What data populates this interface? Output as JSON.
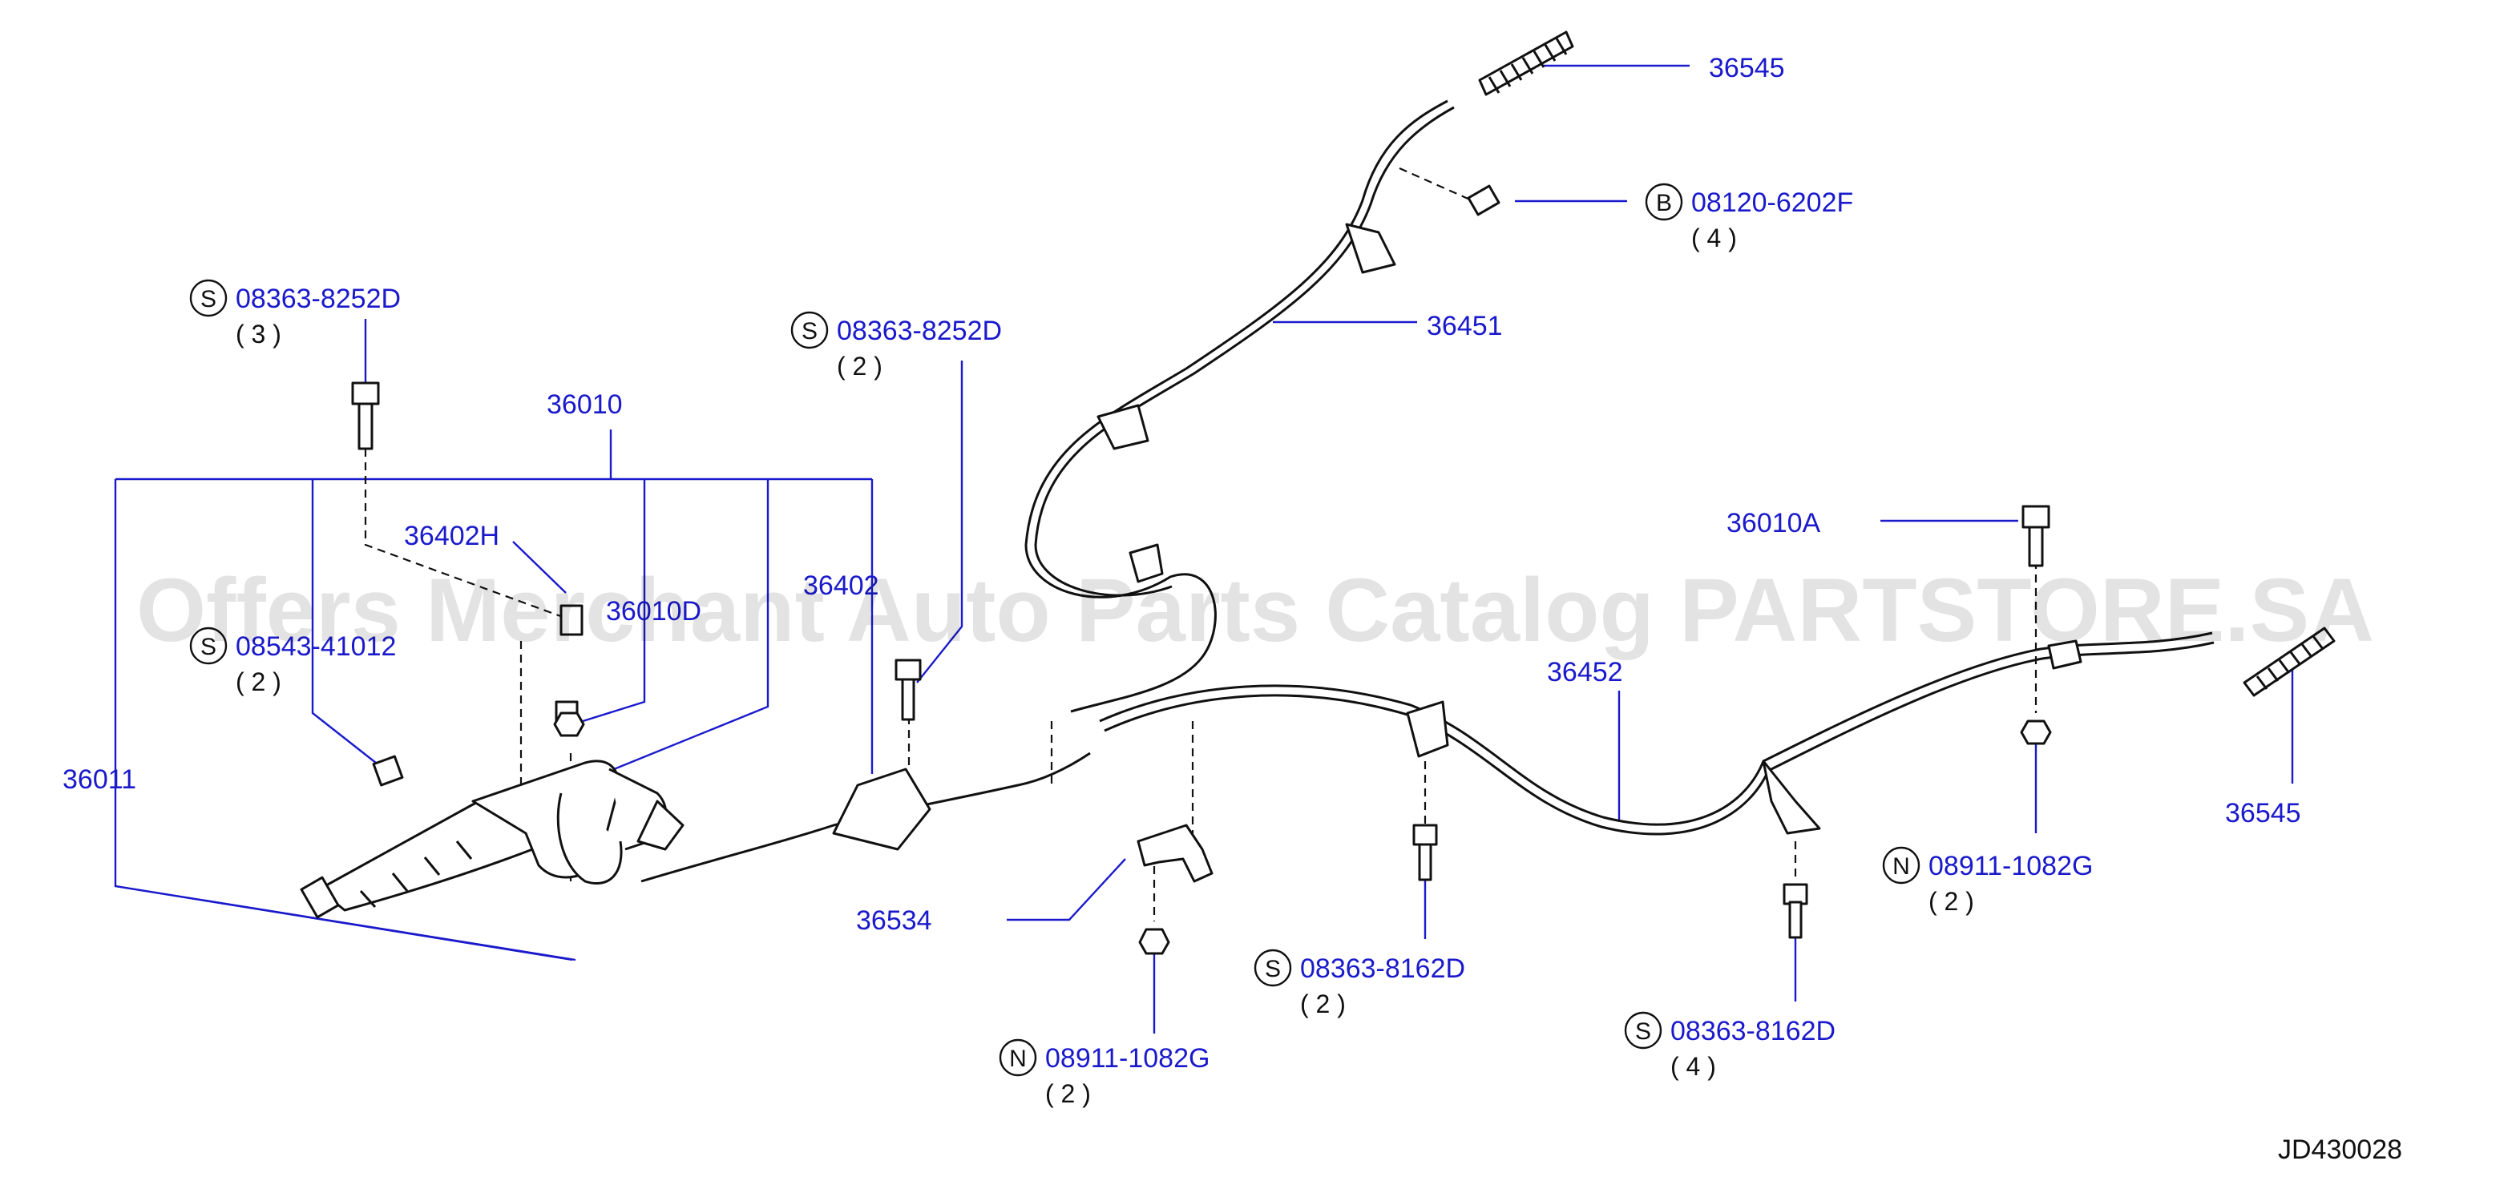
{
  "labels": [
    {
      "id": "36545-top",
      "text": "36545"
    },
    {
      "id": "08120-6202f",
      "text": "08120-6202F",
      "prefix": "B",
      "qty": "( 4 )"
    },
    {
      "id": "36451",
      "text": "36451"
    },
    {
      "id": "08363-8252d-left",
      "text": "08363-8252D",
      "prefix": "S",
      "qty": "( 3 )"
    },
    {
      "id": "08363-8252d-mid",
      "text": "08363-8252D",
      "prefix": "S",
      "qty": "( 2 )"
    },
    {
      "id": "36010",
      "text": "36010"
    },
    {
      "id": "36402h",
      "text": "36402H"
    },
    {
      "id": "36010d",
      "text": "36010D"
    },
    {
      "id": "36402",
      "text": "36402"
    },
    {
      "id": "08543-41012",
      "text": "08543-41012",
      "prefix": "S",
      "qty": "( 2 )"
    },
    {
      "id": "36011",
      "text": "36011"
    },
    {
      "id": "36010a",
      "text": "36010A"
    },
    {
      "id": "36452",
      "text": "36452"
    },
    {
      "id": "36545-right",
      "text": "36545"
    },
    {
      "id": "08911-1082g-right",
      "text": "08911-1082G",
      "prefix": "N",
      "qty": "( 2 )"
    },
    {
      "id": "36534",
      "text": "36534"
    },
    {
      "id": "08363-8162d-mid",
      "text": "08363-8162D",
      "prefix": "S",
      "qty": "( 2 )"
    },
    {
      "id": "08363-8162d-right",
      "text": "08363-8162D",
      "prefix": "S",
      "qty": "( 4 )"
    },
    {
      "id": "08911-1082g-bottom",
      "text": "08911-1082G",
      "prefix": "N",
      "qty": "( 2 )"
    }
  ],
  "watermark": "Offers Merchant Auto Parts Catalog PARTSTORE.SA",
  "diagram_code": "JD430028",
  "colors": {
    "label": "#1a1acc",
    "line": "#111111",
    "watermark": "#000000"
  }
}
